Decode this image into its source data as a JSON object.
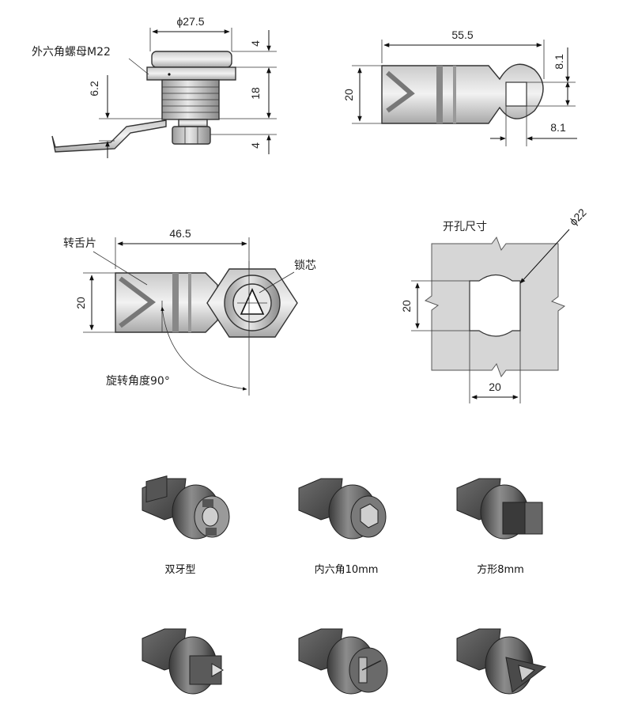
{
  "side_view": {
    "diameter": "ϕ27.5",
    "nut_label": "外六角螺母M22",
    "top_thickness": "4",
    "body_length": "18",
    "bottom_length": "4",
    "cam_offset": "6.2"
  },
  "cam_view": {
    "length": "55.5",
    "width": "20",
    "hole_offset": "8.1",
    "hole_width": "8.1"
  },
  "front_view": {
    "length": "46.5",
    "width": "20",
    "tongue_label": "转舌片",
    "core_label": "锁芯",
    "rotation_label": "旋转角度90°"
  },
  "cutout_view": {
    "title": "开孔尺寸",
    "diameter": "ϕ22",
    "height": "20",
    "width": "20"
  },
  "key_types": [
    {
      "label": "双牙型"
    },
    {
      "label": "内六角10mm"
    },
    {
      "label": "方形8mm"
    }
  ]
}
